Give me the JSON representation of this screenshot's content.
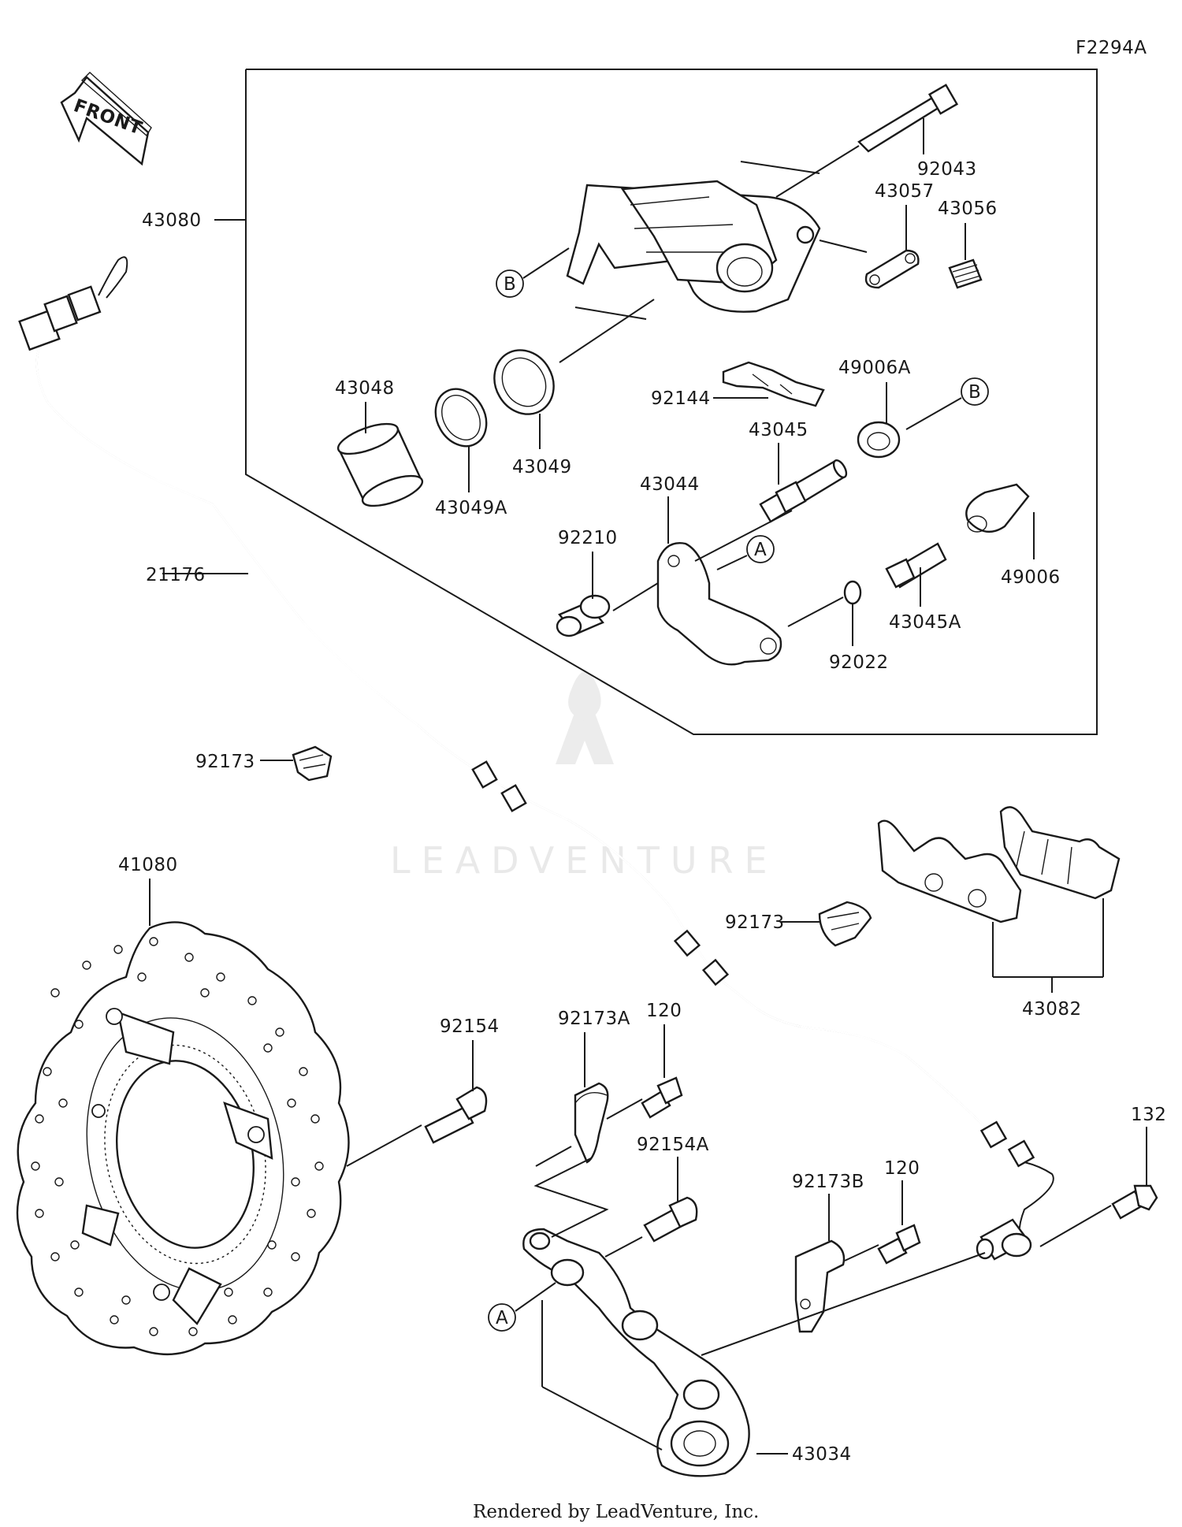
{
  "figure_id": "F2294A",
  "front_label": "FRONT",
  "watermark": "LEADVENTURE",
  "footer": "Rendered by LeadVenture, Inc.",
  "labels": {
    "p92043": "92043",
    "p43057": "43057",
    "p43056": "43056",
    "p43080": "43080",
    "p43048": "43048",
    "p43049": "43049",
    "p43049A": "43049A",
    "p92144": "92144",
    "p49006A": "49006A",
    "p43045": "43045",
    "p43044": "43044",
    "p92210": "92210",
    "p49006": "49006",
    "p43045A": "43045A",
    "p92022": "92022",
    "p21176": "21176",
    "p92173_1": "92173",
    "p41080": "41080",
    "p92173_2": "92173",
    "p43082": "43082",
    "p92154": "92154",
    "p92173A": "92173A",
    "p120_1": "120",
    "p92154A": "92154A",
    "p92173B": "92173B",
    "p120_2": "120",
    "p132": "132",
    "p43034": "43034"
  },
  "refs": {
    "A": "A",
    "B": "B"
  }
}
